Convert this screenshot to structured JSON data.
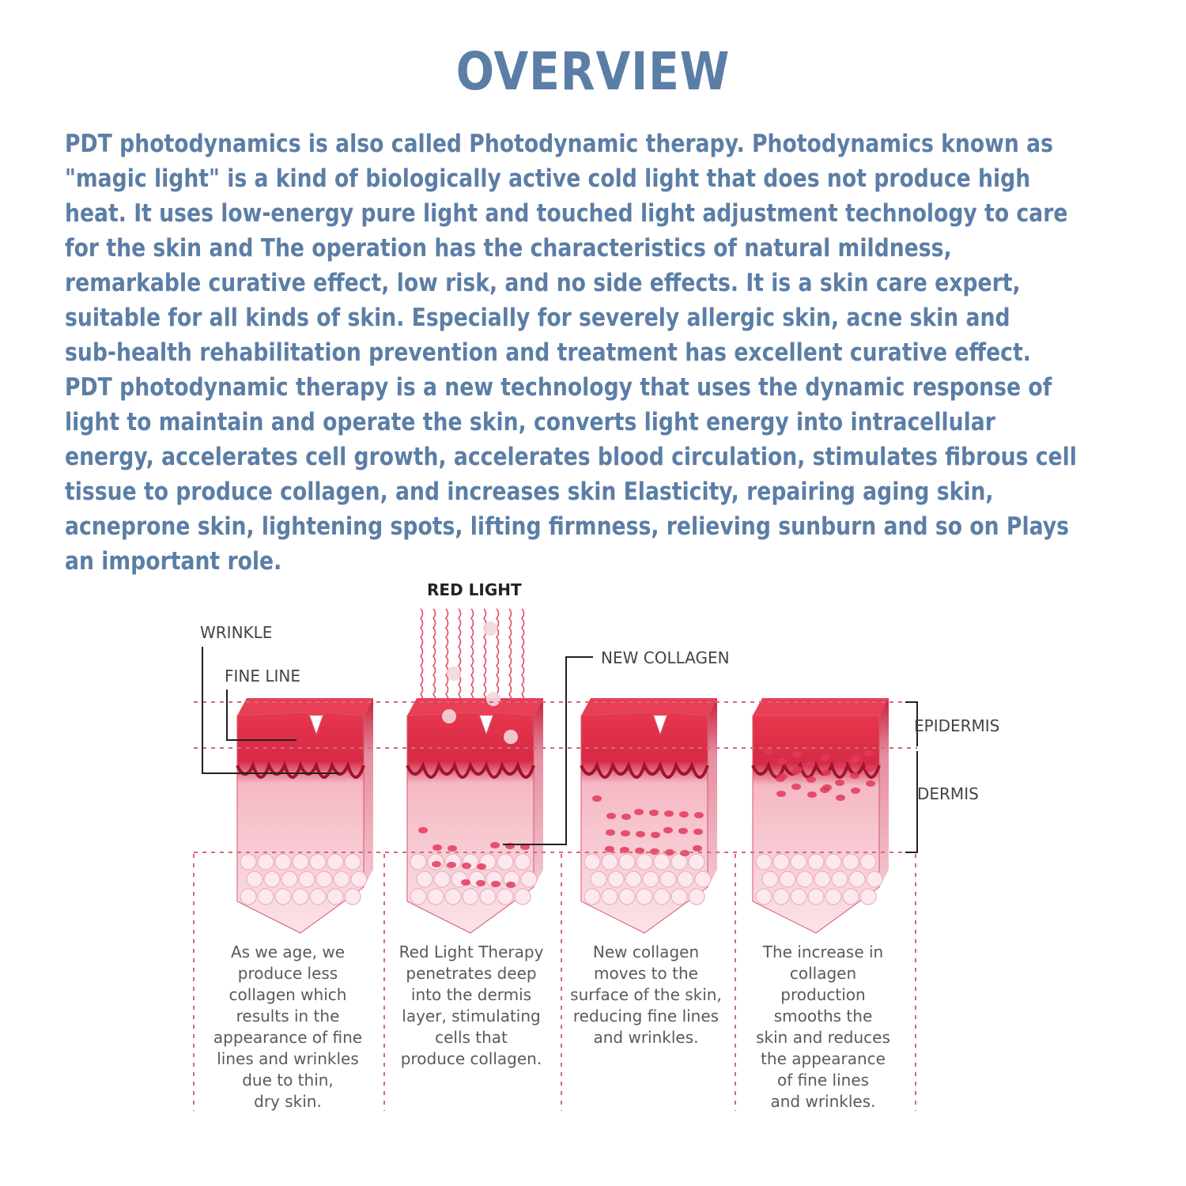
{
  "colors": {
    "title": "#5b7ea6",
    "body_text": "#5b7ea6",
    "skin_top": "#e8364d",
    "skin_mid": "#f5b8c4",
    "skin_base": "#fbe3e8",
    "guide_line": "#d7687c",
    "callout_line": "#222222"
  },
  "title": "OVERVIEW",
  "paragraph_lines": [
    "PDT photodynamics is also called Photodynamic therapy.  Photodynamics known as",
    "\"magic light\" is a kind of biologically active cold light that does not produce high",
    "heat.  It uses low-energy pure light and touched light adjustment technology to care",
    "for the skin and The operation has the characteristics of natural mildness,",
    "remarkable curative effect, low risk, and no side effects.  It is a skin care expert,",
    "suitable for all kinds of skin.  Especially for severely allergic skin, acne skin and",
    "sub-health rehabilitation prevention and treatment has excellent curative effect.",
    "PDT photodynamic therapy is a new technology that uses the dynamic response of",
    "light to maintain and operate the skin, converts light energy into intracellular",
    "energy, accelerates cell growth, accelerates blood circulation, stimulates fibrous cell",
    "tissue to produce collagen, and increases skin Elasticity, repairing aging skin,",
    "acneprone skin, lightening spots, lifting firmness, relieving sunburn and so on Plays",
    "an important role."
  ],
  "diagram": {
    "labels": {
      "red_light": "RED LIGHT",
      "wrinkle": "WRINKLE",
      "fine_line": "FINE LINE",
      "new_collagen": "NEW COLLAGEN",
      "epidermis": "EPIDERMIS",
      "dermis": "DERMIS"
    },
    "captions": [
      [
        "As we age, we",
        "produce less",
        "collagen which",
        "results in the",
        "appearance of fine",
        "lines and wrinkles",
        "due to thin,",
        "dry skin."
      ],
      [
        "Red Light Therapy",
        "penetrates deep",
        "into the dermis",
        "layer, stimulating",
        "cells that",
        "produce collagen."
      ],
      [
        "New collagen",
        "moves to the",
        "surface of the skin,",
        "reducing fine lines",
        "and wrinkles."
      ],
      [
        "The increase in",
        "collagen",
        "production",
        "smooths the",
        "skin and reduces",
        "the appearance",
        "of fine lines",
        "and wrinkles."
      ]
    ]
  }
}
